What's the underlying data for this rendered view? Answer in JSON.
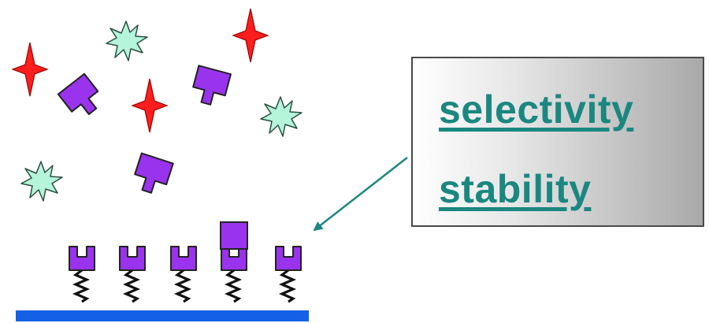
{
  "callout": {
    "terms": [
      "selectivity",
      "stability"
    ]
  },
  "colors": {
    "receptor": "#9a33ee",
    "receptor_stroke": "#222222",
    "star": "#ff1e1e",
    "burst": "#b5f5da",
    "linker": "#111111",
    "surface": "#1460e6",
    "text": "#1b8781",
    "arrow": "#1b8781"
  },
  "icons": [
    "star-molecule-icon",
    "burst-molecule-icon",
    "analyte-molecule-icon",
    "receptor-icon",
    "linker-spring-icon",
    "substrate-surface"
  ]
}
